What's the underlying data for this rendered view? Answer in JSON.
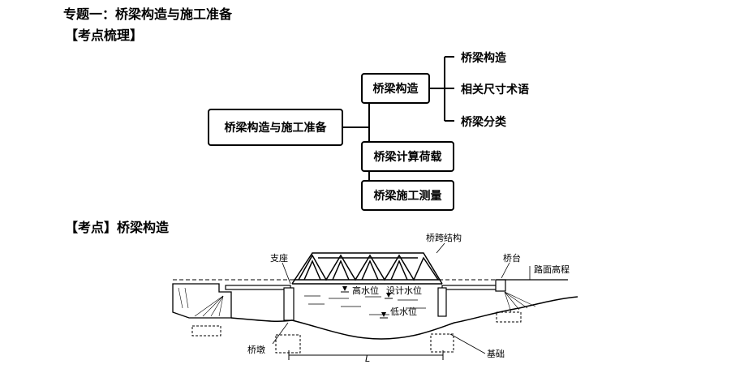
{
  "header": {
    "title": "专题一：桥梁构造与施工准备",
    "section_outline": "【考点梳理】",
    "section_topic": "【考点】桥梁构造"
  },
  "mindmap": {
    "root": "桥梁构造与施工准备",
    "branches": [
      "桥梁构造",
      "桥梁计算荷载",
      "桥梁施工测量"
    ],
    "leaves": [
      "桥梁构造",
      "相关尺寸术语",
      "桥梁分类"
    ]
  },
  "diagram": {
    "labels": {
      "span_structure": "桥跨结构",
      "support": "支座",
      "abutment": "桥台",
      "road_elevation": "路面高程",
      "high_water": "高水位",
      "design_water": "设计水位",
      "low_water": "低水位",
      "pier": "桥墩",
      "foundation": "基础",
      "span_length": "L"
    }
  }
}
